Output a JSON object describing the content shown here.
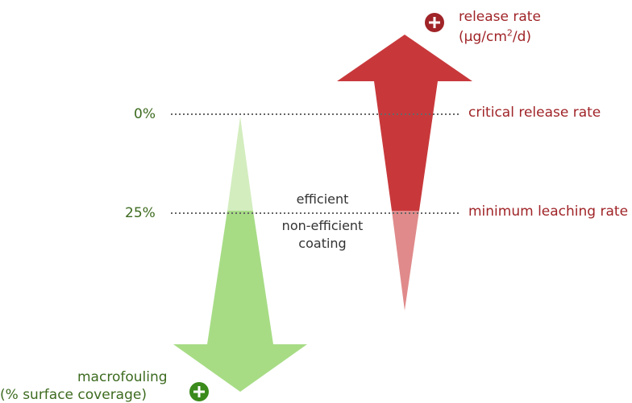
{
  "levels": {
    "zero": {
      "label": "0%",
      "line_label": "critical release rate"
    },
    "twentyfive": {
      "label": "25%",
      "line_label": "minimum leaching rate"
    }
  },
  "release_rate": {
    "label_line1": "release rate",
    "label_line2_prefix": "(µg/cm",
    "label_line2_sup": "2",
    "label_line2_suffix": "/d)",
    "plus_icon": "plus-circle-icon"
  },
  "macrofouling": {
    "label_line1": "macrofouling",
    "label_line2": "(% surface coverage)",
    "plus_icon": "plus-circle-icon"
  },
  "zone_labels": {
    "efficient": "efficient",
    "non_efficient_line1": "non-efficient",
    "non_efficient_line2": "coating"
  },
  "colors": {
    "red_arrow": "#c8383b",
    "red_arrow_faded": "#e08a8b",
    "green_arrow": "#a7dc85",
    "green_arrow_faded": "#d3edbf",
    "red_text": "#a02428",
    "green_text": "#3d6b1f",
    "dotted_line": "#666666",
    "plus_red": "#a02428",
    "plus_green": "#3a8a1c"
  }
}
